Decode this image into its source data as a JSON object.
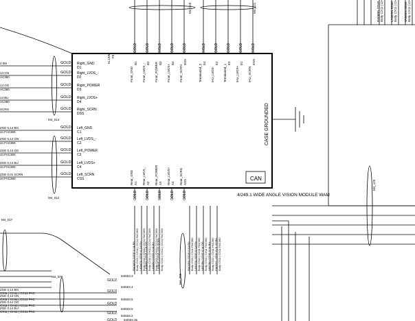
{
  "module": {
    "title": "4/249.1 WIDE ANGLE VISION MODULE WAM",
    "case_label": "CASE GROUNDED",
    "can_label": "CAN",
    "kl_pin": {
      "name": "KL15W",
      "num": "F6"
    },
    "top_pins": [
      {
        "name": "Front_GND",
        "num": "B1",
        "wire": "GOLD"
      },
      {
        "name": "Front_LVDS_-",
        "num": "B2",
        "wire": "GOLD"
      },
      {
        "name": "Front_POWER",
        "num": "B3",
        "wire": "GOLD"
      },
      {
        "name": "Front_LVDS+",
        "num": "B4",
        "wire": "GOLD"
      },
      {
        "name": "Front_SCRN",
        "num": "BSS",
        "wire": "GOLD"
      },
      {
        "name": "Terminated_2",
        "num": "E4",
        "wire": "GOLD"
      },
      {
        "name": "IHU_LVDS-",
        "num": "E2",
        "wire": "GOLD"
      },
      {
        "name": "Terminated_1",
        "num": "E3",
        "wire": "GOLD"
      },
      {
        "name": "IHU_LVDS+",
        "num": "E1",
        "wire": "GOLD"
      },
      {
        "name": "IHU_SCRN",
        "num": "ESS",
        "wire": "GOLD"
      }
    ],
    "left_pins": [
      {
        "name": "Right_GND",
        "num": "D1"
      },
      {
        "name": "Right_LVDS_-",
        "num": "D2"
      },
      {
        "name": "Right_POWER",
        "num": "D3"
      },
      {
        "name": "Right_LVDS+",
        "num": "D4"
      },
      {
        "name": "Right_SCRN",
        "num": "DSS"
      },
      {
        "name": "Left_GND",
        "num": "C1"
      },
      {
        "name": "Left_LVDS_-",
        "num": "C2"
      },
      {
        "name": "Left_POWER",
        "num": "C3"
      },
      {
        "name": "Left_LVDS+",
        "num": "C4"
      },
      {
        "name": "Left_SCRN",
        "num": "CSS"
      }
    ],
    "bottom_pins": [
      {
        "name": "Rear_GND",
        "num": "A1"
      },
      {
        "name": "Rear_LVDS_-",
        "num": "A2"
      },
      {
        "name": "Rear_POWER",
        "num": "A3"
      },
      {
        "name": "Rear_LVDS+",
        "num": "A4"
      },
      {
        "name": "Rear_SCRN",
        "num": "ASS"
      }
    ]
  },
  "left_wires": [
    {
      "line1": "4 BN",
      "line2": ""
    },
    {
      "line1": "14 GN",
      "line2": "AC360"
    },
    {
      "line1": "14 OG",
      "line2": "AC360"
    },
    {
      "line1": "14 BU",
      "line2": "AC360"
    },
    {
      "line1": "SCRN",
      "line2": ""
    },
    {
      "line1": "ZGE 0,14 BN",
      "line2": "on  FAC360"
    },
    {
      "line1": "ZGE 0,14 GN",
      "line2": "on  FAC360"
    },
    {
      "line1": "ZGE 0,14 OG",
      "line2": "on  FAC360"
    },
    {
      "line1": "ZGE 0,14 BU",
      "line2": "on  FAC360"
    },
    {
      "line1": "ZGE 0,01 SCRN",
      "line2": "on  FAC360"
    }
  ],
  "gold_label": "GOLD",
  "splices": [
    "M4_014",
    "M4_012",
    "M4_017",
    "M4_029",
    "M4_010",
    "M4_121",
    "M4_129",
    "M4_705"
  ],
  "rear_wires": [
    {
      "line1": "RA04GN  2ZGE 0,14 BN",
      "line2": "Body  CX11 | CH11 | CC11  FAC360"
    },
    {
      "line1": "LA04GN  2ZGE 0,14 GN",
      "line2": "Body  CX11 | CH11 | CC11  FAC360"
    },
    {
      "line1": "LA04BN  2ZGE 0,14 OG",
      "line2": "Body  CX11 | CH11 | CC11  FAC360"
    },
    {
      "line1": "LA04BU  2ZGE 0,14 BU",
      "line2": "Body  CX11 | CH11 | CC11  FAC360"
    },
    {
      "line1": "LA04SC  2ZGE 0,01 SCRN",
      "line2": "Body  CX11 | CH11 | CC11  FAC360"
    },
    {
      "line1": "RA02BN  2ZGE 0,14 BN",
      "line2": "Body  CS11 | CX11  FAC360"
    },
    {
      "line1": "LA02GN  2ZGE 0,14 GN",
      "line2": "Body  CS11 | CX11  FAC360"
    },
    {
      "line1": "VA02BN  2ZGE 0,14 OG",
      "line2": "Body  CS11 | CX11  FAC360"
    },
    {
      "line1": "VA02BU  2ZGE 0,14 BU",
      "line2": "Body  CS11 | CX11  FAC360"
    },
    {
      "line1": "EA02SC  2ZGE 0,01 SCRN",
      "line2": "Body  CS11 | CX11  FAC360"
    }
  ],
  "topright_wires": [
    {
      "line1": "RA06BN  2ZGE",
      "line2": "Body  CX11 | CH11"
    },
    {
      "line1": "LA06GN  2ZGE",
      "line2": "Body  CX11 | CH11"
    },
    {
      "line1": "VA06BN  2ZGE",
      "line2": "Body  CX11 | CH11"
    }
  ],
  "bottom_left_wires": [
    {
      "line1": "ZGE 0,14 BN",
      "line2": "CX11 | CH11 | CC11  PAC"
    },
    {
      "line1": "ZGE 0,14 GN",
      "line2": "CX11 | CH11 | CC11  PAC"
    },
    {
      "line1": "ZGE 0,14 OG",
      "line2": "CX11 | CH11 | CC11  PAC"
    },
    {
      "line1": "ZGE 0,14 BU",
      "line2": "CX11 | CH11 | CC11  PAC"
    }
  ],
  "connectors": [
    "94/603.3",
    "94/603.4",
    "94/603.6",
    "94/603.5",
    "94/603.2",
    "94/603.35"
  ]
}
